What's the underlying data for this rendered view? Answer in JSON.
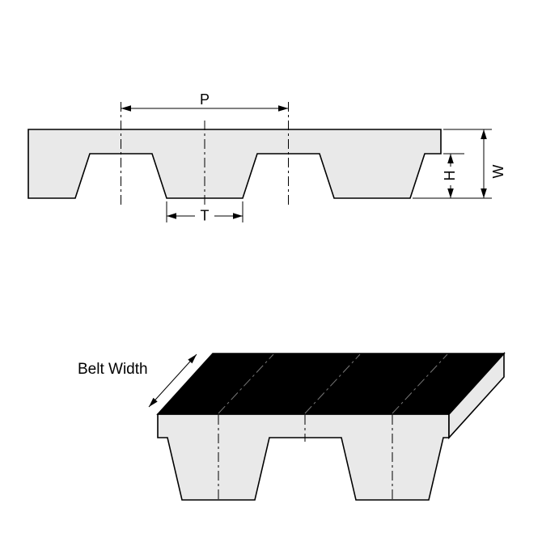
{
  "colors": {
    "background": "#ffffff",
    "line": "#000000",
    "belt_fill": "#e9e9e9",
    "belt_top_face": "#000000"
  },
  "cross_section": {
    "pitch_label": "P",
    "tooth_width_label": "T",
    "tooth_height_label": "H",
    "thickness_label": "W"
  },
  "isometric_view": {
    "belt_width_label": "Belt Width"
  }
}
